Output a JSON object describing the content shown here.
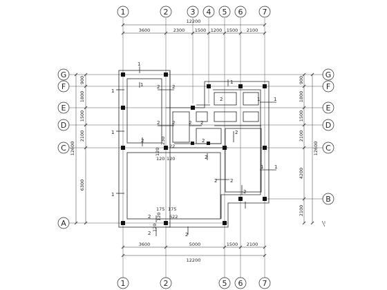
{
  "axes": {
    "vertical": [
      "1",
      "2",
      "3",
      "4",
      "5",
      "6",
      "7"
    ],
    "vertical_bottom": [
      "1",
      "2",
      "5",
      "6",
      "7"
    ],
    "horizontal_left": [
      "G",
      "F",
      "E",
      "D",
      "C",
      "A"
    ],
    "horizontal_right": [
      "G",
      "F",
      "E",
      "D",
      "C",
      "B"
    ]
  },
  "dims": {
    "top_total": "12200",
    "top_segments": [
      "3600",
      "2300",
      "1500",
      "1200",
      "1500",
      "2100"
    ],
    "bottom_total": "12200",
    "bottom_segments": [
      "3600",
      "5000",
      "1500",
      "2100"
    ],
    "left_total": "12600",
    "left_segments": [
      "900",
      "1800",
      "1500",
      "2100",
      "6300"
    ],
    "right_total": "12600",
    "right_segments": [
      "900",
      "1800",
      "1500",
      "2100",
      "4200",
      "2100"
    ]
  },
  "details": {
    "c_left": "120",
    "c_right": "120",
    "c_gap_left": "120",
    "c_gap_right": "230",
    "c_depth": "22",
    "a_left": "175",
    "a_right": "175",
    "a_depth": "120",
    "a_gap": "622",
    "a_gap2": "120"
  },
  "section_marks": {
    "one": "1",
    "two": "2"
  },
  "colors": {
    "line": "#222222",
    "column": "#111111",
    "axis": "#555555"
  }
}
